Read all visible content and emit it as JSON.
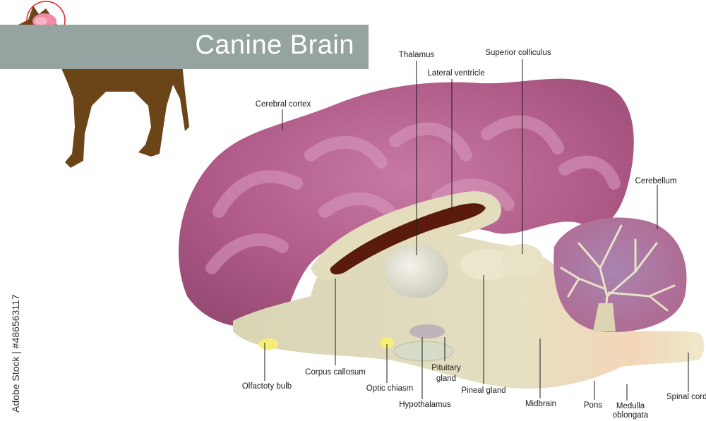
{
  "title": "Canine Brain",
  "side_text": "Adobe Stock | #486563117",
  "labels": {
    "thalamus": "Thalamus",
    "superior_colliculus": "Superior colliculus",
    "lateral_ventricle": "Lateral ventricle",
    "cerebral_cortex": "Cerebral cortex",
    "cerebellum": "Cerebellum",
    "olfactory_bulb": "Olfactoty bulb",
    "corpus_callosum": "Corpus callosum",
    "optic_chiasm": "Optic chiasm",
    "pituitary_gland_1": "Pituitary",
    "pituitary_gland_2": "gland",
    "pineal_gland": "Pineal gland",
    "hypothalamus": "Hypothalamus",
    "midbrain": "Midbrain",
    "pons": "Pons",
    "medulla_1": "Medulla",
    "medulla_2": "oblongata",
    "spinal_cord": "Spinal cord"
  },
  "colors": {
    "cortex": "#b05a88",
    "brainstem": "#e0dcc0",
    "dog": "#6b4418",
    "band": "#95a3a1"
  }
}
